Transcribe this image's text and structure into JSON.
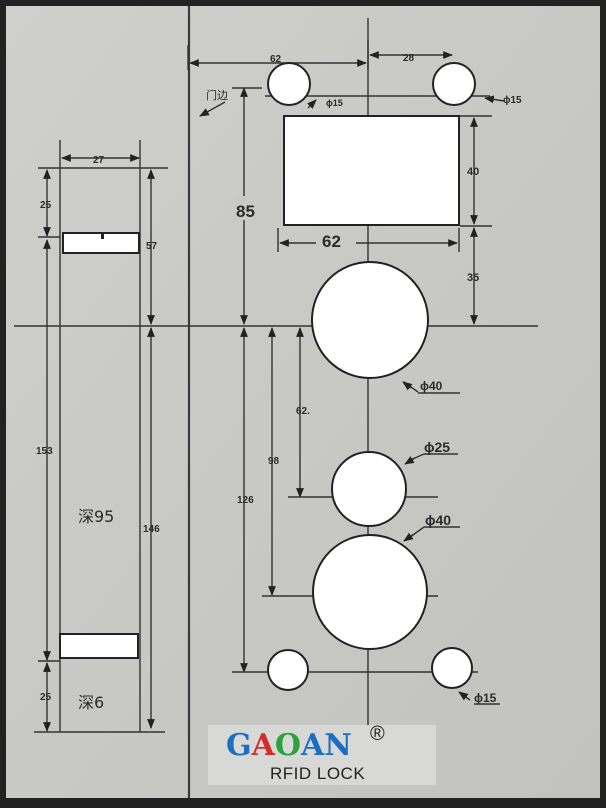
{
  "colors": {
    "paper": "#c9c9c6",
    "cutout": "#ffffff",
    "line": "#333333",
    "logo_g": "#1b6fc1",
    "logo_a1": "#d42c2c",
    "logo_o": "#2aa33d",
    "logo_a2": "#1b6fc1",
    "logo_n": "#1b6fc1"
  },
  "side_view": {
    "top_width": "27",
    "top_offset": "25",
    "slot_top": "57",
    "main_length": "153",
    "overall": "146",
    "bottom_offset": "25",
    "depth_main": "深95",
    "depth_bottom": "深6"
  },
  "front_view": {
    "edge_label": "门边",
    "dim_top_left": "62",
    "dim_top_right": "28",
    "small_hole_top": "ϕ15",
    "rect_height": "40",
    "rect_width": "62",
    "vertical_85": "85",
    "gap_35": "35",
    "big_hole_top": "ϕ40",
    "dim_62": "62.",
    "dim_98": "98",
    "dim_126": "126",
    "mid_hole": "ϕ25",
    "big_hole_bottom": "ϕ40",
    "small_hole_bottom": "ϕ15"
  },
  "logo": {
    "letters": [
      "G",
      "A",
      "O",
      "A",
      "N"
    ],
    "registered": "®",
    "subtitle": "RFID LOCK"
  }
}
